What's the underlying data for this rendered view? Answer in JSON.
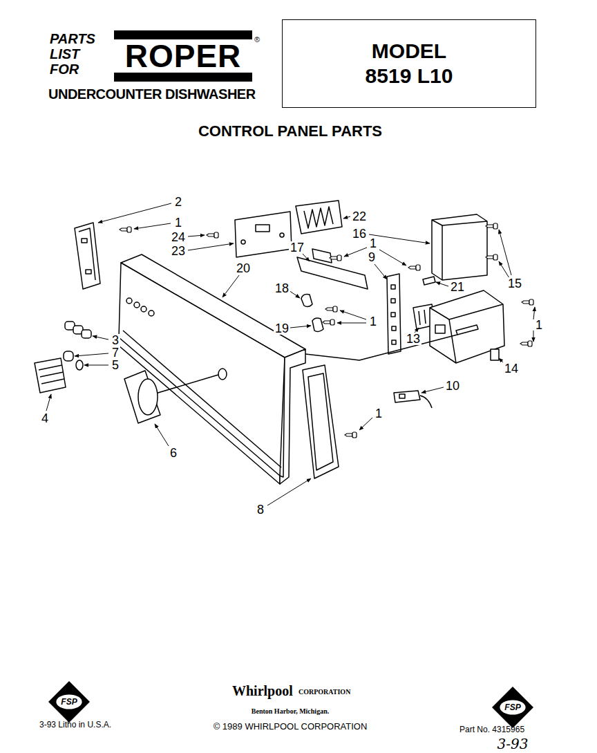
{
  "diagram": {
    "title": "CONTROL PANEL PARTS",
    "nodes": [
      {
        "text": [
          "MODEL 8519 L10"
        ]
      },
      {
        "text": [
          "ROPER"
        ]
      },
      {
        "text": [
          "FSP"
        ]
      },
      {
        "text": [
          "FSP"
        ]
      }
    ],
    "labels": [
      "PARTS LIST FOR",
      "®",
      "UNDERCOUNTER DISHWASHER",
      "2",
      "1",
      "24",
      "23",
      "22",
      "16",
      "17",
      "1",
      "9",
      "20",
      "21",
      "15",
      "18",
      "19",
      "1",
      "1",
      "13",
      "3",
      "7",
      "5",
      "14",
      "10",
      "4",
      "6",
      "1",
      "8",
      "Whirlpool",
      "CORPORATION",
      "Benton Harbor, Michigan.",
      "© 1989 WHIRLPOOL CORPORATION",
      "3-93 Litho in U.S.A.",
      "Part No. 4315965",
      "3-93"
    ]
  }
}
